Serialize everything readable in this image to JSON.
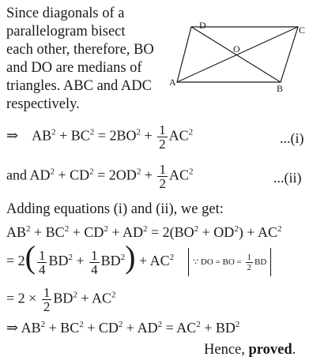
{
  "intro_lines": [
    "Since diagonals of a",
    "parallelogram bisect",
    "each other, therefore, BO",
    "and DO are medians of",
    "triangles. ABC and ADC",
    "respectively."
  ],
  "figure": {
    "labels": {
      "A": "A",
      "B": "B",
      "C": "C",
      "D": "D",
      "O": "O"
    }
  },
  "eq1": {
    "arrow": "⇒",
    "lhs": "AB",
    "plus1": " + BC",
    "rhs": " = 2BO",
    "plus2": " + ",
    "num": "1",
    "den": "2",
    "tail": "AC",
    "tag": "...(i)"
  },
  "eq2": {
    "lead": "and AD",
    "plus1": " + CD",
    "rhs": " = 2OD",
    "plus2": " + ",
    "num": "1",
    "den": "2",
    "tail": "AC",
    "tag": "...(ii)"
  },
  "adding_line": "Adding equations (i) and (ii), we get:",
  "sum_line": {
    "a": "AB",
    "b": " + BC",
    "c": " + CD",
    "d": " + AD",
    "e": " = 2(BO",
    "f": " + OD",
    "g": ") + AC"
  },
  "line5": {
    "eq": "= 2",
    "num1": "1",
    "den1": "4",
    "bd1": "BD",
    "plus": " + ",
    "num2": "1",
    "den2": "4",
    "bd2": "BD",
    "tail": " + AC",
    "because": "∵ DO = BO = ",
    "bnum": "1",
    "bden": "2",
    "bd3": "BD"
  },
  "line6": {
    "eq": "= 2 × ",
    "num": "1",
    "den": "2",
    "bd": "BD",
    "tail": " + AC"
  },
  "line7": {
    "arrow": "⇒ AB",
    "b": " + BC",
    "c": " + CD",
    "d": " + AD",
    "e": "  = AC",
    "f": " + BD"
  },
  "conclusion": {
    "prefix": "Hence, ",
    "bold": "proved",
    "suffix": "."
  }
}
